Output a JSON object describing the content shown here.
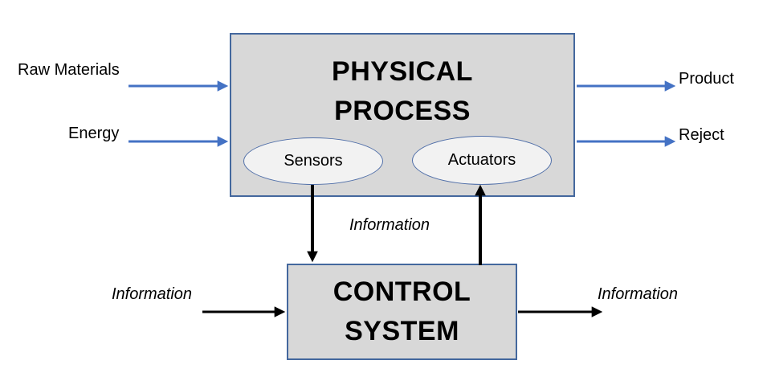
{
  "colors": {
    "box_fill": "#d8d8d8",
    "box_border": "#44689e",
    "ellipse_fill": "#f2f2f2",
    "ellipse_border": "#4f6ea8",
    "blue_arrow": "#4472c4",
    "black_arrow": "#000000",
    "text_color": "#000000"
  },
  "physical_process": {
    "title": "PHYSICAL\nPROCESS",
    "sensors_label": "Sensors",
    "actuators_label": "Actuators"
  },
  "control_system": {
    "title": "CONTROL\nSYSTEM"
  },
  "flows": {
    "raw_materials": "Raw Materials",
    "energy": "Energy",
    "product": "Product",
    "reject": "Reject",
    "information_center": "Information",
    "information_left": "Information",
    "information_right": "Information"
  }
}
